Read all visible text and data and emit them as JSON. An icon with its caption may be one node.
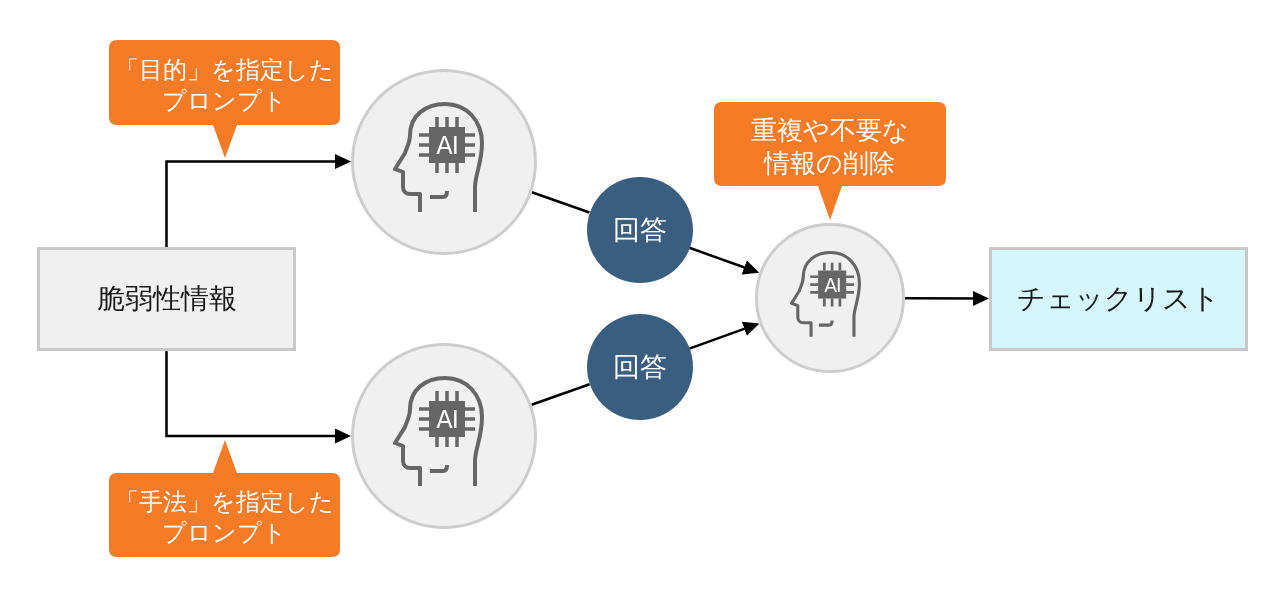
{
  "diagram": {
    "nodes": [
      {
        "text": [
          "「目的」を指定したプロンプト"
        ]
      },
      {
        "text": [
          "AI"
        ]
      },
      {
        "text": [
          "重複や不要な情報の削除"
        ]
      },
      {
        "text": [
          "回答"
        ]
      },
      {
        "text": [
          "脆弱性情報"
        ]
      },
      {
        "text": [
          "AI"
        ]
      },
      {
        "text": [
          "チェックリスト"
        ]
      },
      {
        "text": [
          "回答"
        ]
      },
      {
        "text": [
          "AI"
        ]
      },
      {
        "text": [
          "「手法」を指定したプロンプト"
        ]
      }
    ],
    "edges": [
      {
        "from": 4,
        "to": 1,
        "arrow": "to"
      },
      {
        "from": 4,
        "to": 8,
        "arrow": "to"
      },
      {
        "from": 1,
        "to": 3,
        "arrow": "none"
      },
      {
        "from": 3,
        "to": 5,
        "arrow": "to"
      },
      {
        "from": 8,
        "to": 7,
        "arrow": "none"
      },
      {
        "from": 7,
        "to": 5,
        "arrow": "to"
      },
      {
        "from": 5,
        "to": 6,
        "arrow": "to"
      }
    ]
  }
}
